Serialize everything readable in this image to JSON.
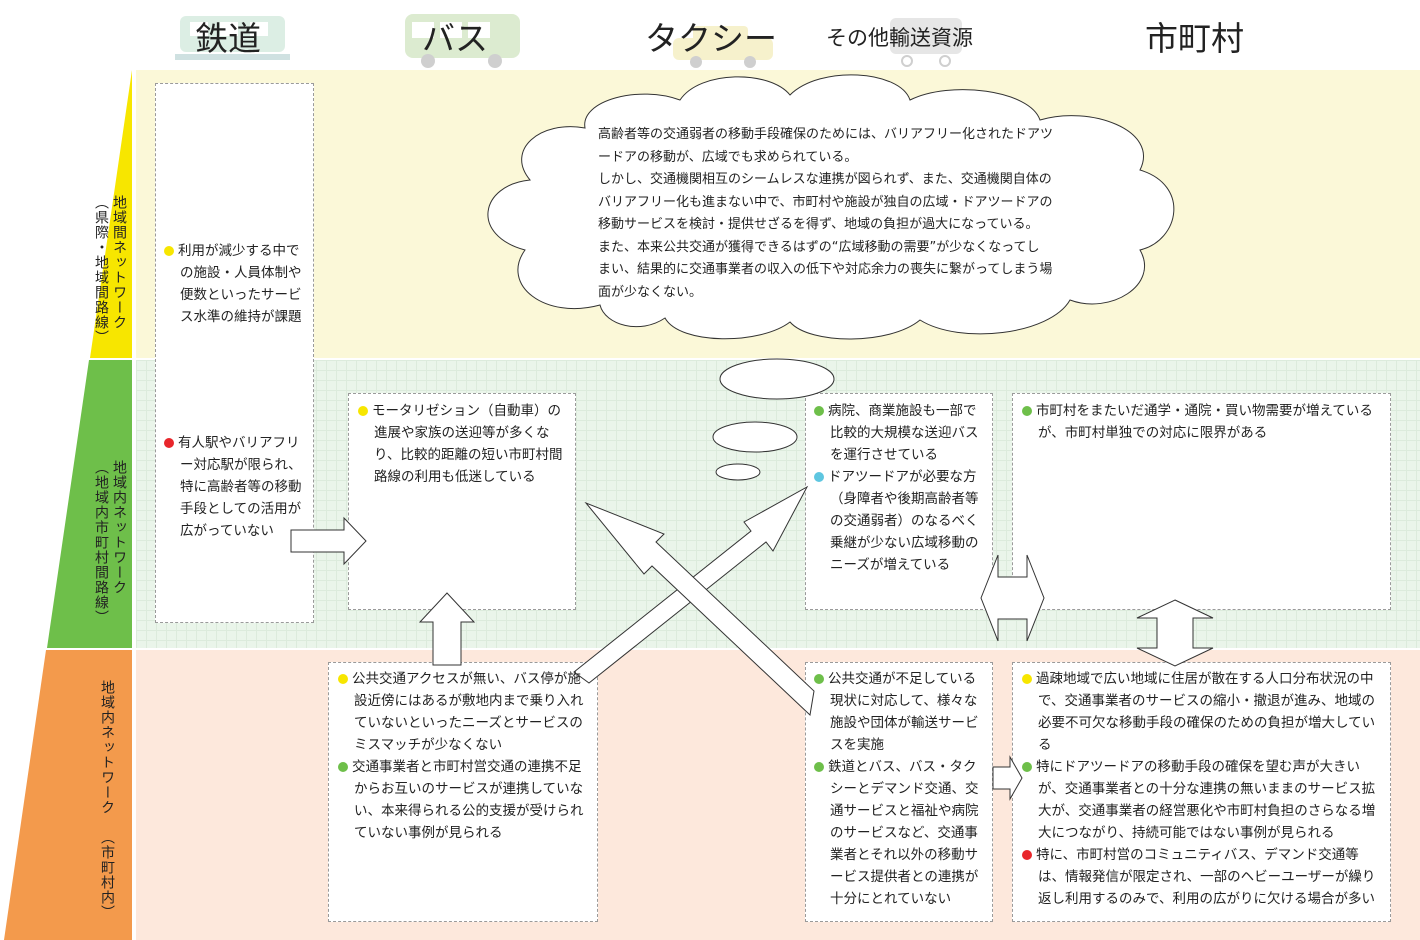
{
  "colors": {
    "yellow": "#f7e600",
    "green": "#6ebf4a",
    "orange": "#f39a4c",
    "red": "#e8262b",
    "cyan": "#5ec6e0"
  },
  "headers": {
    "rail": "鉄道",
    "bus": "バス",
    "taxi": "タクシー",
    "other": "その他輸送資源",
    "city": "市町村"
  },
  "tiers": {
    "inter_area": {
      "title": "地域間ネットワーク",
      "sub": "（県際・地域間路線）"
    },
    "intra_area": {
      "title": "地域内ネットワーク",
      "sub": "（地域内市町村間路線）"
    },
    "local": {
      "title": "地域内ネットワーク",
      "sub": "（市町村内）"
    }
  },
  "cloud": {
    "lines": [
      "高齢者等の交通弱者の移動手段確保のためには、バリアフリー化されたドアツ",
      "ードアの移動が、広域でも求められている。",
      "しかし、交通機関相互のシームレスな連携が図られず、また、交通機関自体の",
      "バリアフリー化も進まない中で、市町村や施設が独自の広域・ドアツードアの",
      "移動サービスを検討・提供せざるを得ず、地域の負担が過大になっている。",
      "また、本来公共交通が獲得できるはずの“広域移動の需要”が少なくなってし",
      "まい、結果的に交通事業者の収入の低下や対応余力の喪失に繋がってしまう場",
      "面が少なくない。"
    ]
  },
  "rail": {
    "item1": {
      "color": "yellow",
      "text": "利用が減少する中での施設・人員体制や便数といったサービス水準の維持が課題"
    },
    "item2": {
      "color": "red",
      "text": "有人駅やバリアフリー対応駅が限られ、特に高齢者等の移動手段としての活用が広がっていない"
    }
  },
  "bus_mid": {
    "item1": {
      "color": "yellow",
      "text": "モータリゼション（自動車）の進展や家族の送迎等が多くなり、比較的距離の短い市町村間路線の利用も低迷している"
    }
  },
  "bus_low": {
    "item1": {
      "color": "yellow",
      "text": "公共交通アクセスが無い、バス停が施設近傍にはあるが敷地内まで乗り入れていないといったニーズとサービスのミスマッチが少なくない"
    },
    "item2": {
      "color": "green",
      "text": "交通事業者と市町村営交通の連携不足からお互いのサービスが連携していない、本来得られる公的支援が受けられていない事例が見られる"
    }
  },
  "other_mid": {
    "item1": {
      "color": "green",
      "text": "病院、商業施設も一部で比較的大規模な送迎バスを運行させている"
    },
    "item2": {
      "color": "cyan",
      "text": "ドアツードアが必要な方（身障者や後期高齢者等の交通弱者）のなるべく乗継が少ない広域移動のニーズが増えている"
    }
  },
  "other_low": {
    "item1": {
      "color": "green",
      "text": "公共交通が不足している現状に対応して、様々な施設や団体が輸送サービスを実施"
    },
    "item2": {
      "color": "green",
      "text": "鉄道とバス、バス・タクシーとデマンド交通、交通サービスと福祉や病院のサービスなど、交通事業者とそれ以外の移動サービス提供者との連携が十分にとれていない"
    }
  },
  "city_mid": {
    "item1": {
      "color": "green",
      "text": "市町村をまたいだ通学・通院・買い物需要が増えているが、市町村単独での対応に限界がある"
    }
  },
  "city_low": {
    "item1": {
      "color": "yellow",
      "text": "過疎地域で広い地域に住居が散在する人口分布状況の中で、交通事業者のサービスの縮小・撤退が進み、地域の必要不可欠な移動手段の確保のための負担が増大している"
    },
    "item2": {
      "color": "green",
      "text": "特にドアツードアの移動手段の確保を望む声が大きいが、交通事業者との十分な連携の無いままのサービス拡大が、交通事業者の経営悪化や市町村負担のさらなる増大につながり、持続可能ではない事例が見られる"
    },
    "item3": {
      "color": "red",
      "text": "特に、市町村営のコミュニティバス、デマンド交通等は、情報発信が限定され、一部のヘビーユーザーが繰り返し利用するのみで、利用の広がりに欠ける場合が多い"
    }
  }
}
